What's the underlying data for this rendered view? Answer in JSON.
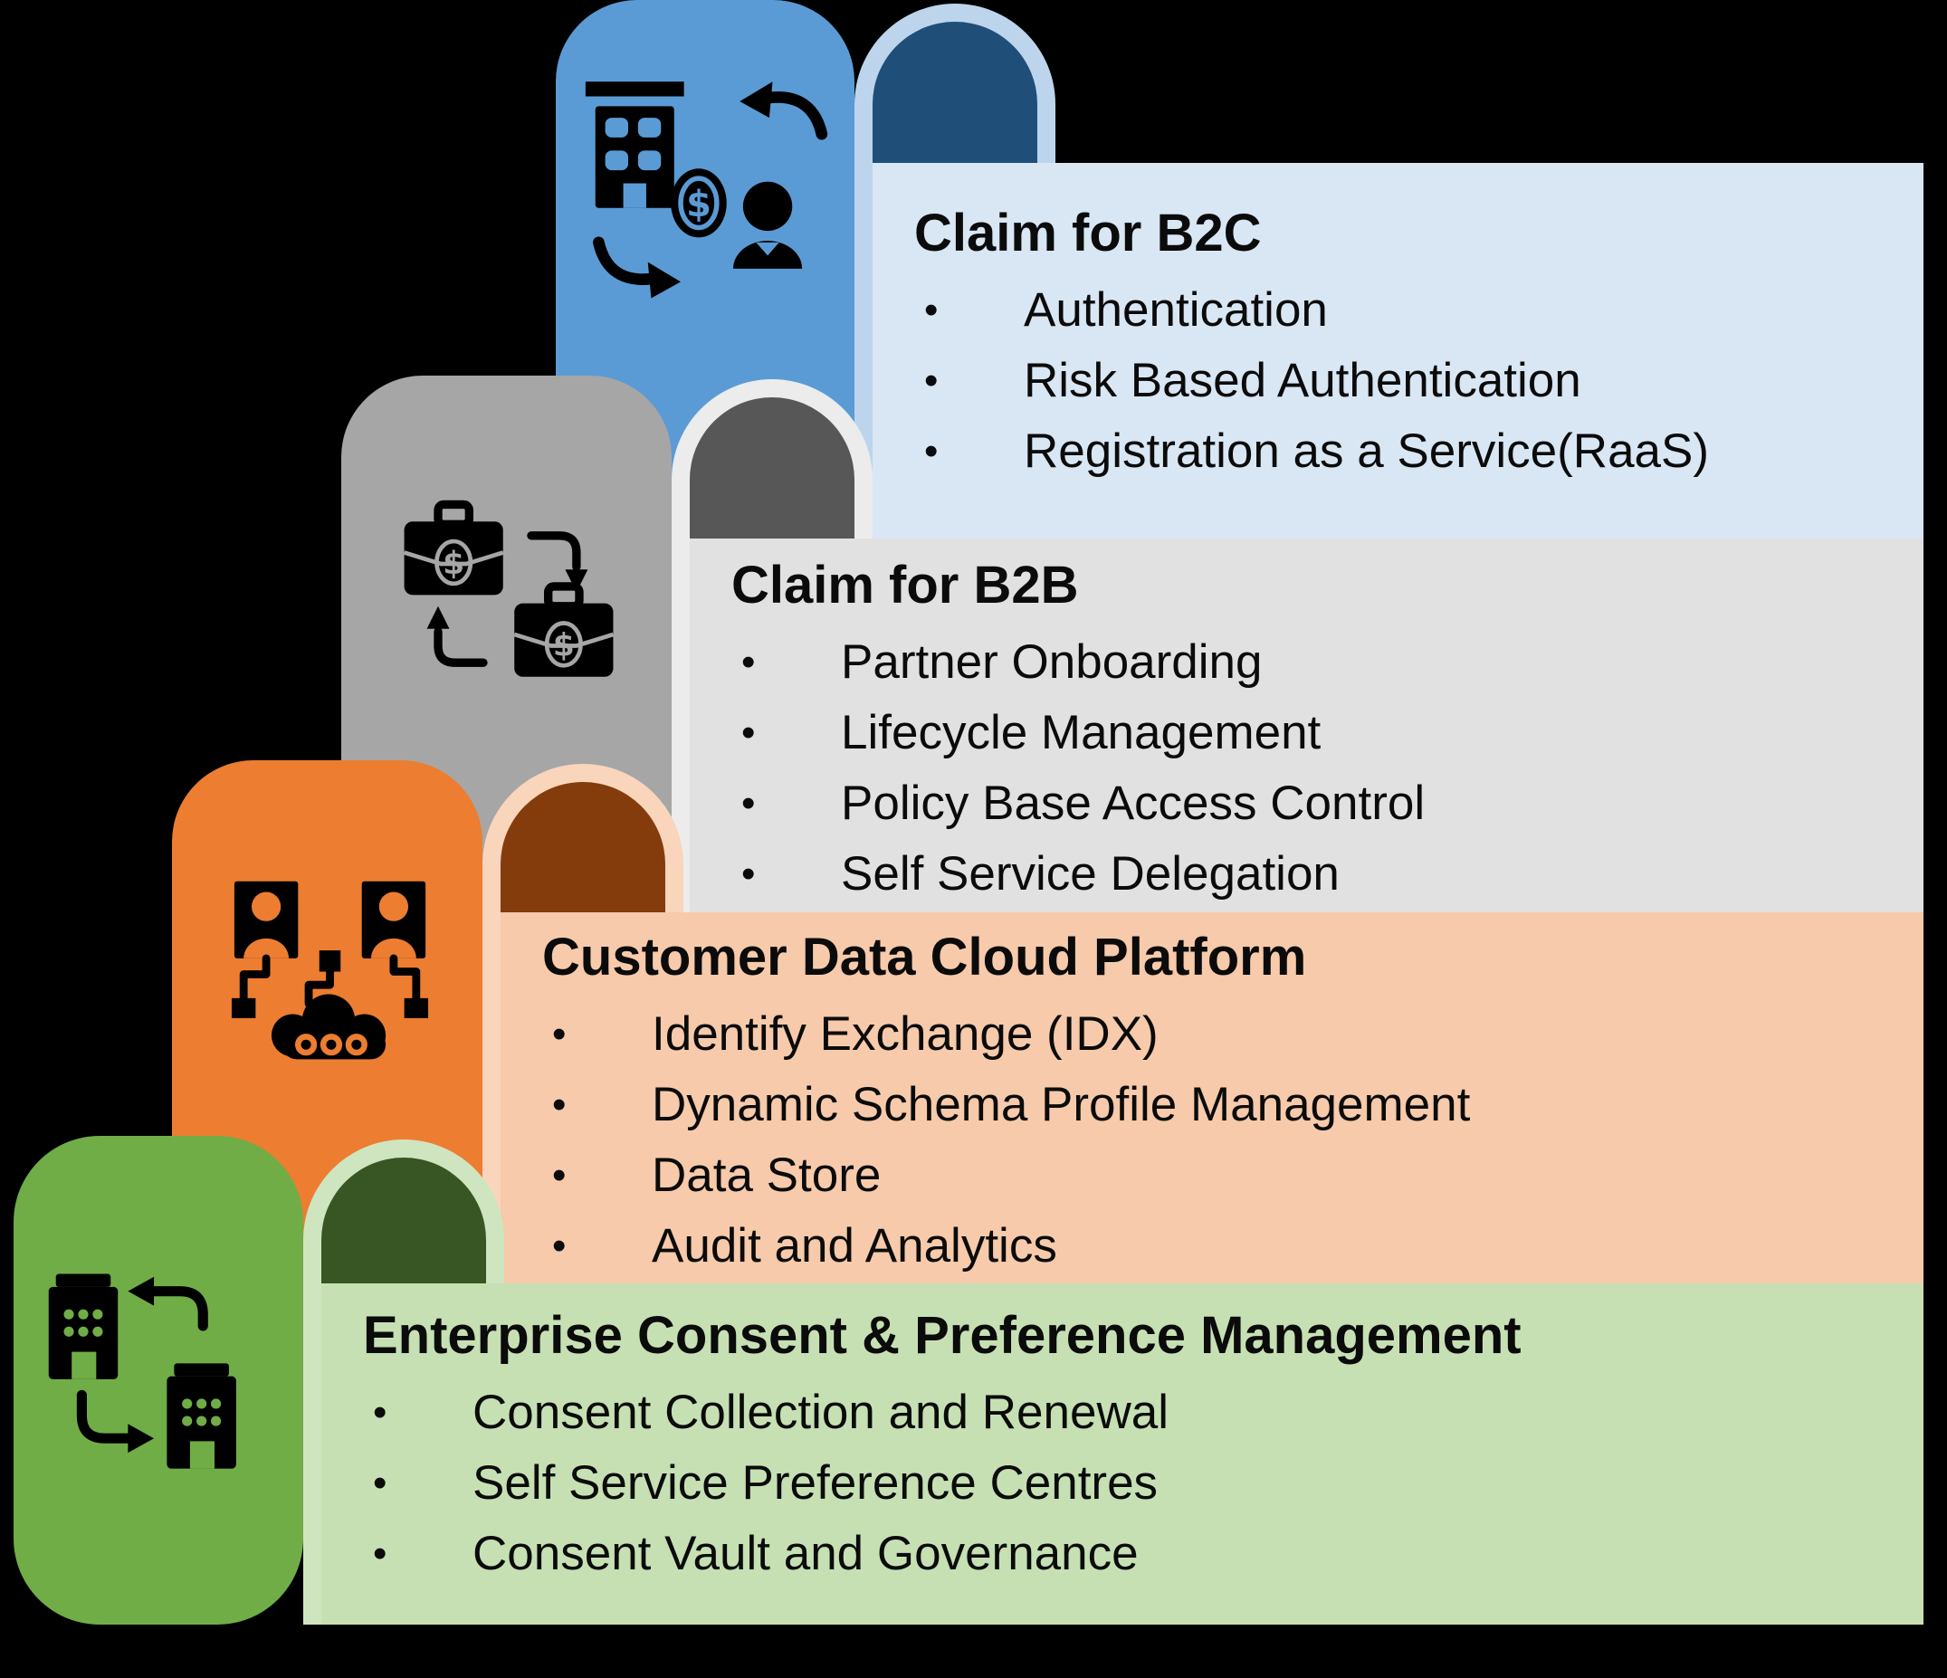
{
  "ui": {
    "bullet_char": "•"
  },
  "tiers": [
    {
      "title": "Claim for B2C",
      "bullets": [
        "Authentication",
        "Risk Based Authentication",
        "Registration as a Service(RaaS)"
      ],
      "icon": "business-customer-money-exchange-icon",
      "colors": {
        "card": "#5B9BD5",
        "tab_outline": "#BCD5EC",
        "tab_dark": "#1F4E79",
        "panel": "#D9E6F4"
      }
    },
    {
      "title": "Claim for B2B",
      "bullets": [
        "Partner Onboarding",
        "Lifecycle Management",
        "Policy Base Access Control",
        "Self Service Delegation"
      ],
      "icon": "briefcase-exchange-icon",
      "colors": {
        "card": "#A6A6A6",
        "tab_outline": "#ECECEC",
        "tab_dark": "#575757",
        "panel": "#E1E1E1"
      }
    },
    {
      "title": "Customer Data Cloud Platform",
      "bullets": [
        "Identify Exchange (IDX)",
        "Dynamic Schema Profile Management",
        "Data Store",
        "Audit and Analytics"
      ],
      "icon": "people-cloud-network-icon",
      "colors": {
        "card": "#ED7D31",
        "tab_outline": "#F9D5BC",
        "tab_dark": "#843C0C",
        "panel": "#F6CAAA"
      }
    },
    {
      "title": "Enterprise Consent & Preference Management",
      "bullets": [
        "Consent Collection and Renewal",
        "Self Service Preference Centres",
        "Consent Vault and Governance"
      ],
      "icon": "building-exchange-icon",
      "colors": {
        "card": "#70AD47",
        "tab_outline": "#CFE5C0",
        "tab_dark": "#375623",
        "panel": "#C6E0B4"
      }
    }
  ]
}
